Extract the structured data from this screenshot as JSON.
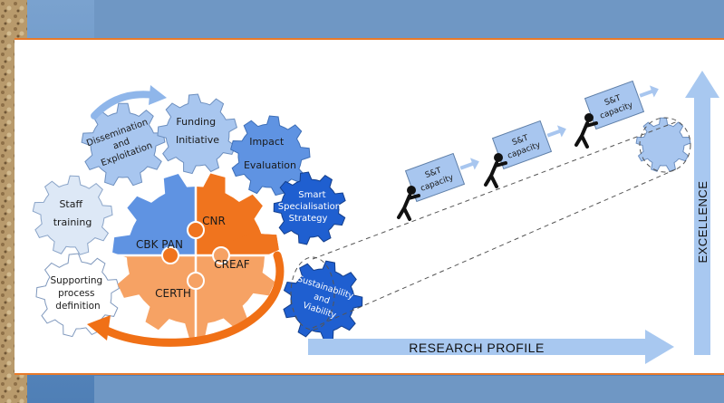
{
  "colors": {
    "stone_background": "#b89a6c",
    "frame_blue": "#6f97c4",
    "frame_blue_dark": "#3d6ea6",
    "content_background": "#ffffff",
    "border_orange": "#e87a2a",
    "gear_light_blue": "#a8c6ef",
    "gear_mid_blue": "#5f93e2",
    "gear_dark_blue": "#1f5fd0",
    "gear_pale": "#dde8f6",
    "puzzle_orange_dark": "#f0741e",
    "puzzle_orange_light": "#f6a264",
    "arrow_orange": "#f07016",
    "axis_blue": "#a8c8f0"
  },
  "gears": {
    "dissemination": "Dissemination and Exploitation",
    "dissemination_lines": [
      "Dissemination",
      "and",
      "Exploitation"
    ],
    "funding_lines": [
      "Funding",
      "Initiative"
    ],
    "impact_lines": [
      "Impact",
      "Evaluation"
    ],
    "smart_lines": [
      "Smart",
      "Specialisation",
      "Strategy"
    ],
    "staff_lines": [
      "Staff",
      "training"
    ],
    "supporting_lines": [
      "Supporting",
      "process",
      "definition"
    ],
    "sustainability_lines": [
      "Sustainability",
      "and",
      "Viability"
    ]
  },
  "partners": {
    "cbk": "CBK PAN",
    "cnr": "CNR",
    "creaf": "CREAF",
    "certh": "CERTH"
  },
  "boxes": [
    [
      "S&T",
      "capacity"
    ],
    [
      "S&T",
      "capacity"
    ],
    [
      "S&T",
      "capacity"
    ]
  ],
  "axes": {
    "x_label": "RESEARCH PROFILE",
    "y_label": "EXCELLENCE"
  }
}
